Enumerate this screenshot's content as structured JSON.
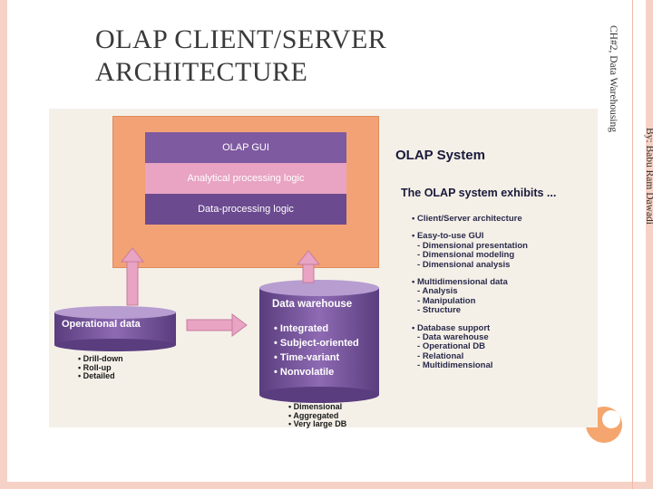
{
  "slide": {
    "title_line1": "OLAP CLIENT/SERVER",
    "title_line2": "ARCHITECTURE",
    "side_label_1": "CH#2, Data Warehousing",
    "side_label_2": "By: Babu Ram Dawadi"
  },
  "figure": {
    "gui_layers": [
      "OLAP GUI",
      "Analytical processing logic",
      "Data-processing logic"
    ],
    "operational": {
      "label": "Operational data",
      "bullets": [
        "Drill-down",
        "Roll-up",
        "Detailed"
      ]
    },
    "warehouse": {
      "label": "Data warehouse",
      "bullets": [
        "Integrated",
        "Subject-oriented",
        "Time-variant",
        "Nonvolatile"
      ],
      "below": [
        "Dimensional",
        "Aggregated",
        "Very large DB"
      ]
    },
    "system_title": "OLAP System",
    "exhibits_title": "The OLAP system exhibits ...",
    "features": [
      {
        "head": "Client/Server architecture",
        "items": []
      },
      {
        "head": "Easy-to-use GUI",
        "items": [
          "Dimensional presentation",
          "Dimensional modeling",
          "Dimensional analysis"
        ]
      },
      {
        "head": "Multidimensional data",
        "items": [
          "Analysis",
          "Manipulation",
          "Structure"
        ]
      },
      {
        "head": "Database support",
        "items": [
          "Data warehouse",
          "Operational DB",
          "Relational",
          "Multidimensional"
        ]
      }
    ]
  },
  "colors": {
    "orange_box": "#f2a274",
    "purple_dark": "#6b4a8f",
    "purple_mid": "#7e5aa0",
    "pink": "#e8a4c2",
    "frame": "#f6d2c6"
  }
}
